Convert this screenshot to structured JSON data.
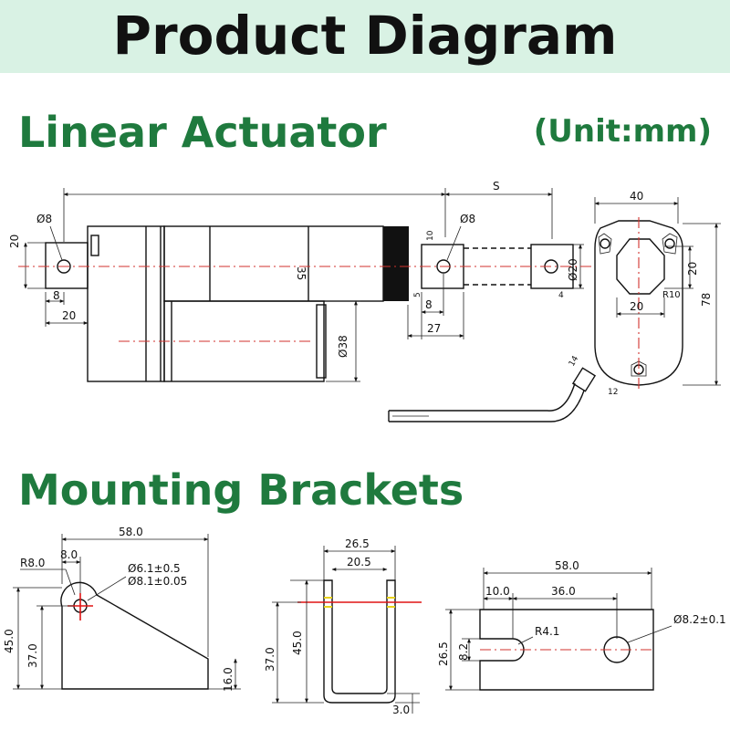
{
  "header": {
    "title": "Product Diagram"
  },
  "sections": {
    "actuator_title": "Linear Actuator",
    "unit": "(Unit:mm)",
    "brackets_title": "Mounting Brackets"
  },
  "actuator_dims": {
    "s": "S",
    "width_40": "40",
    "hole_d8_left": "Ø8",
    "hole_d8_right": "Ø8",
    "height_20_left": "20",
    "offset_8_left": "8",
    "offset_20_left": "20",
    "length_35": "35",
    "dim_10": "10",
    "dim_5": "5",
    "dim_8": "8",
    "dim_27": "27",
    "dim_4": "4",
    "rod_d20": "Ø20",
    "motor_d38": "Ø38",
    "flange_20_right": "20",
    "flange_20_bottom": "20",
    "flange_r10": "R10",
    "flange_78": "78",
    "cable_14": "14",
    "cable_12": "12"
  },
  "bracket1": {
    "width": "58.0",
    "r": "R8.0",
    "offset": "8.0",
    "hole_small": "Ø6.1±0.5",
    "hole_large": "Ø8.1±0.05",
    "h45": "45.0",
    "h37": "37.0",
    "h16": "16.0"
  },
  "bracket2": {
    "outer": "26.5",
    "inner": "20.5",
    "h37": "37.0",
    "h45": "45.0",
    "t": "3.0"
  },
  "bracket3": {
    "width": "58.0",
    "d10": "10.0",
    "d36": "36.0",
    "hole": "Ø8.2±0.1",
    "slot_r": "R4.1",
    "h26": "26.5",
    "h8": "8.2"
  }
}
